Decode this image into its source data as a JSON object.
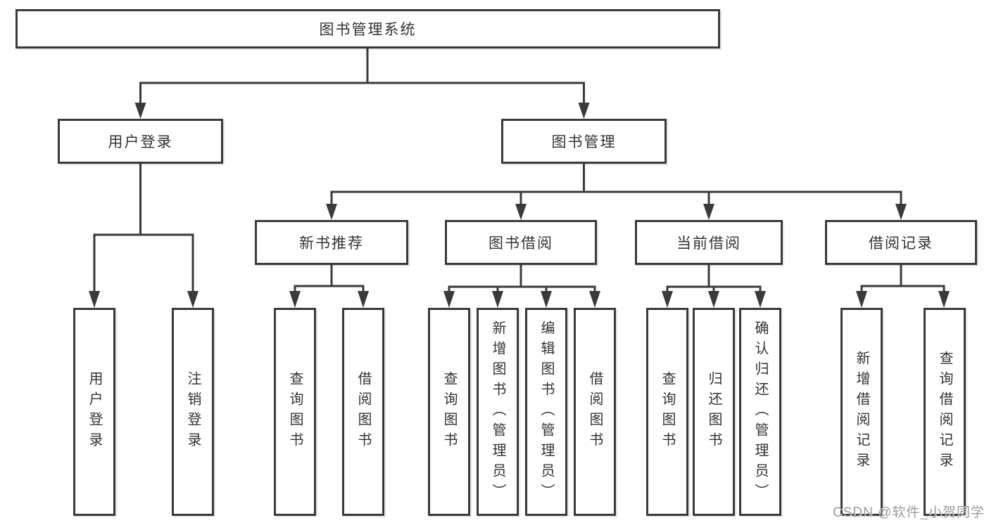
{
  "diagram": {
    "root": {
      "label": "图书管理系统"
    },
    "branches": [
      {
        "label": "用户登录",
        "children": [
          {
            "label": "用户登录"
          },
          {
            "label": "注销登录"
          }
        ]
      },
      {
        "label": "图书管理",
        "children": [
          {
            "label": "新书推荐",
            "children": [
              {
                "label": "查询图书"
              },
              {
                "label": "借阅图书"
              }
            ]
          },
          {
            "label": "图书借阅",
            "children": [
              {
                "label": "查询图书"
              },
              {
                "label": "新增图书（管理员）"
              },
              {
                "label": "编辑图书（管理员）"
              },
              {
                "label": "借阅图书"
              }
            ]
          },
          {
            "label": "当前借阅",
            "children": [
              {
                "label": "查询图书"
              },
              {
                "label": "归还图书"
              },
              {
                "label": "确认归还（管理员）"
              }
            ]
          },
          {
            "label": "借阅记录",
            "children": [
              {
                "label": "新增借阅记录"
              },
              {
                "label": "查询借阅记录"
              }
            ]
          }
        ]
      }
    ],
    "colors": {
      "line": "#3a3a3a",
      "text": "#333333",
      "background": "#ffffff",
      "watermark": "#9b9b9b"
    }
  },
  "watermark": {
    "text": "CSDN @软件_小贺同学"
  }
}
